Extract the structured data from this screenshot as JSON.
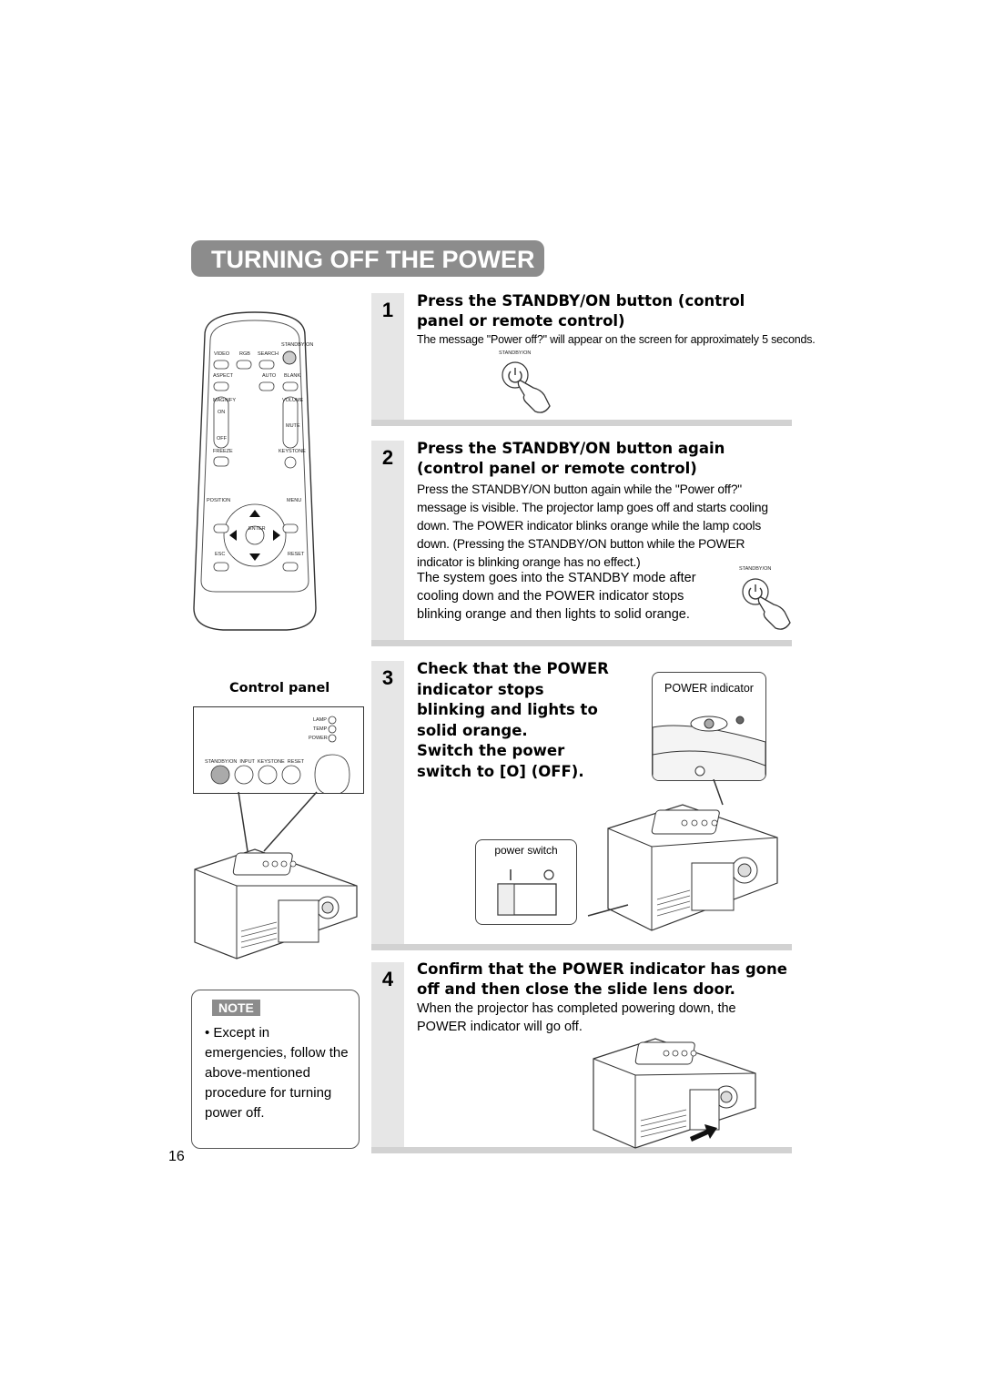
{
  "page": {
    "title": "TURNING OFF THE POWER",
    "page_number": "16"
  },
  "remote": {
    "labels": {
      "standby_on": "STANDBY/ON",
      "video": "VIDEO",
      "rgb": "RGB",
      "search": "SEARCH",
      "aspect": "ASPECT",
      "auto": "AUTO",
      "blank": "BLANK",
      "magnify": "MAGNIFY",
      "on": "ON",
      "volume": "VOLUME",
      "mute": "MUTE",
      "off": "OFF",
      "freeze": "FREEZE",
      "keystone": "KEYSTONE",
      "position": "POSITION",
      "menu": "MENU",
      "enter": "ENTER",
      "esc": "ESC",
      "reset": "RESET"
    }
  },
  "control_panel": {
    "title": "Control panel",
    "lamp": "LAMP",
    "temp": "TEMP",
    "power": "POWER",
    "buttons": "STANDBY/ON  INPUT  KEYSTONE  RESET"
  },
  "note": {
    "tag": "NOTE",
    "text": "• Except in emergencies, follow the above-mentioned procedure for turning power off."
  },
  "steps": [
    {
      "number": "1",
      "heading_line1": "Press the STANDBY/ON button (control",
      "heading_line2": "panel or remote control)",
      "text": "The message \"Power off?\" will appear on the screen for approximately 5 seconds.",
      "button_label": "STANDBY/ON"
    },
    {
      "number": "2",
      "heading_line1": "Press the STANDBY/ON button again",
      "heading_line2": "(control panel or remote control)",
      "text_lines": [
        "Press the STANDBY/ON button again while the \"Power off?\"",
        "message is visible. The projector lamp goes off and starts cooling",
        "down. The POWER indicator blinks orange while the lamp cools",
        "down. (Pressing the STANDBY/ON button while the POWER",
        "indicator is blinking orange has no effect.)"
      ],
      "text2_lines": [
        "The system goes into the STANDBY mode after",
        "cooling down and the POWER indicator stops",
        "blinking orange and then lights to solid orange."
      ],
      "button_label": "STANDBY/ON"
    },
    {
      "number": "3",
      "heading_lines": [
        "Check that the POWER",
        "indicator stops",
        "blinking and lights to",
        "solid orange.",
        "Switch the power",
        "switch to [O] (OFF)."
      ],
      "power_indicator_label": "POWER indicator",
      "power_switch_label": "power switch"
    },
    {
      "number": "4",
      "heading_line1": "Confirm that the POWER indicator has gone",
      "heading_line2": "off and then close the slide lens door.",
      "text_line1": "When the projector has completed powering down, the",
      "text_line2": "POWER indicator will go off."
    }
  ]
}
